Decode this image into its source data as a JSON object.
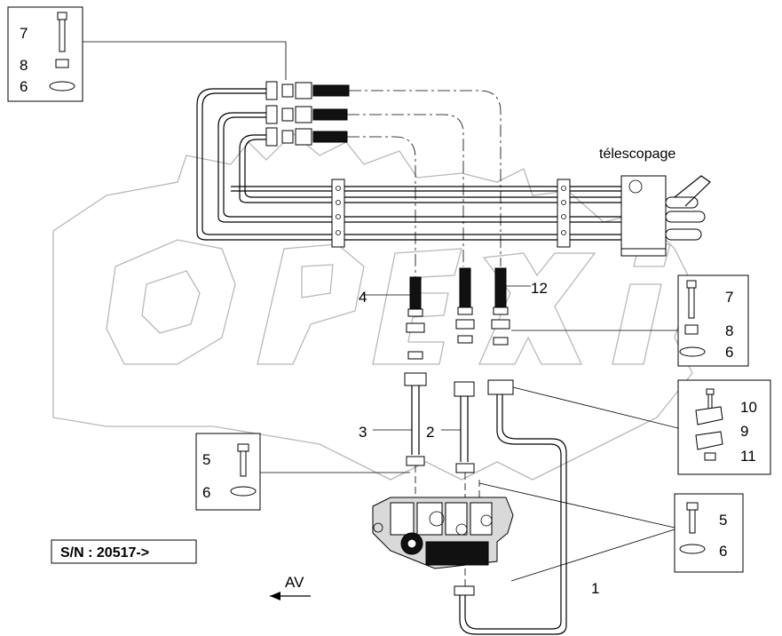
{
  "labels": {
    "telescopage": "télescopage",
    "serial": "S/N : 20517->",
    "direction": "AV"
  },
  "callouts": {
    "c1": "1",
    "c2": "2",
    "c3": "3",
    "c4": "4",
    "c12": "12"
  },
  "kit_top_left": {
    "a": "7",
    "b": "8",
    "c": "6"
  },
  "kit_right_upper": {
    "a": "7",
    "b": "8",
    "c": "6"
  },
  "kit_clamp": {
    "a": "10",
    "b": "9",
    "c": "11"
  },
  "kit_left_lower": {
    "a": "5",
    "b": "6"
  },
  "kit_right_lower": {
    "a": "5",
    "b": "6"
  },
  "colors": {
    "line": "#000000",
    "watermark": "#b8b8b8",
    "background": "#ffffff"
  }
}
